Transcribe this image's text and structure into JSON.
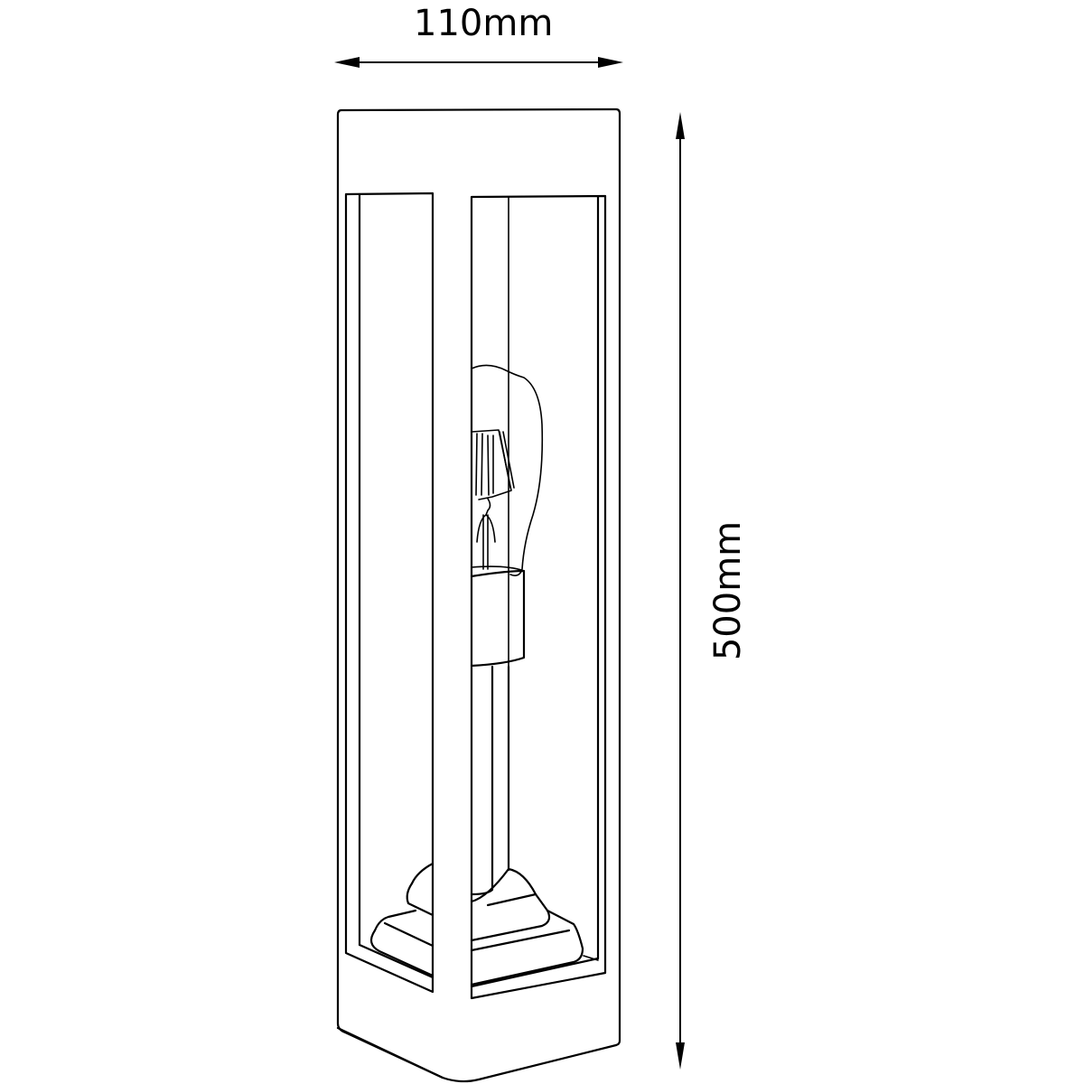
{
  "diagram": {
    "subject": "bollard lantern outdoor light dimension drawing",
    "dimensions": {
      "width": {
        "value": 110,
        "unit": "mm",
        "label": "110mm"
      },
      "height": {
        "value": 500,
        "unit": "mm",
        "label": "500mm"
      }
    },
    "colors": {
      "line": "#000000",
      "background": "#ffffff"
    }
  }
}
